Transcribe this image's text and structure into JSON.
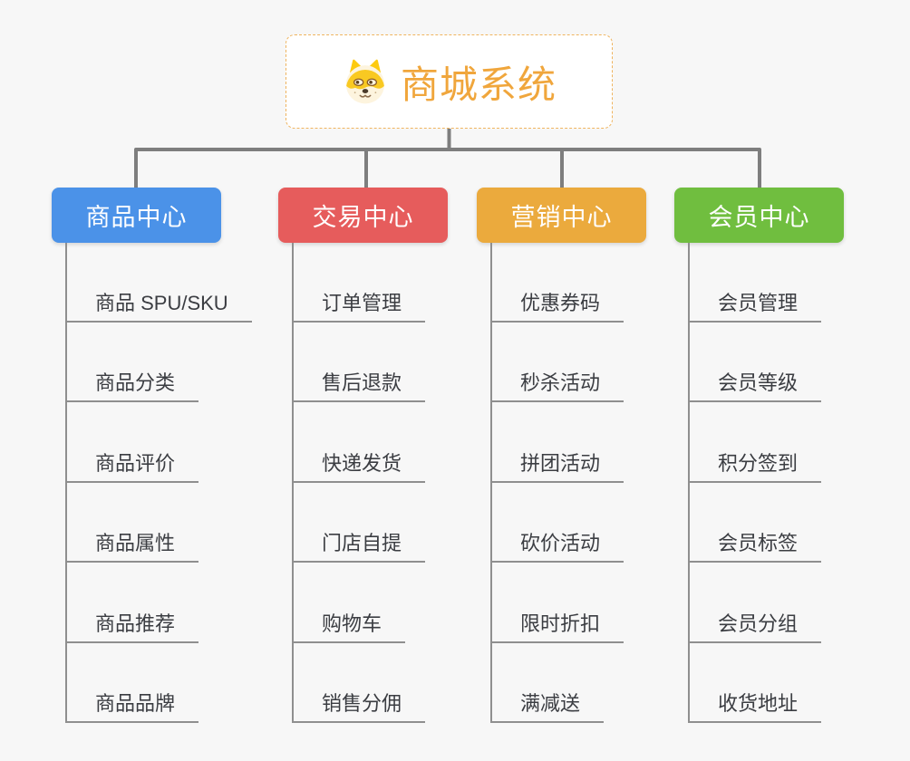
{
  "diagram": {
    "type": "mindmap-org-chart",
    "background_color": "#f7f7f7",
    "connector_color": "#7e7e7e",
    "leaf_line_color": "#8f8f8f"
  },
  "root": {
    "title": "商城系统",
    "icon": "dog-icon",
    "text_color": "#f0a63c",
    "border_color": "#efb45f",
    "background_color": "#ffffff"
  },
  "branches": [
    {
      "label": "商品中心",
      "color": "#4b92e8",
      "children": [
        "商品 SPU/SKU",
        "商品分类",
        "商品评价",
        "商品属性",
        "商品推荐",
        "商品品牌"
      ]
    },
    {
      "label": "交易中心",
      "color": "#e65c5c",
      "children": [
        "订单管理",
        "售后退款",
        "快递发货",
        "门店自提",
        "购物车",
        "销售分佣"
      ]
    },
    {
      "label": "营销中心",
      "color": "#ebaa3d",
      "children": [
        "优惠券码",
        "秒杀活动",
        "拼团活动",
        "砍价活动",
        "限时折扣",
        "满减送"
      ]
    },
    {
      "label": "会员中心",
      "color": "#70be3f",
      "children": [
        "会员管理",
        "会员等级",
        "积分签到",
        "会员标签",
        "会员分组",
        "收货地址"
      ]
    }
  ]
}
